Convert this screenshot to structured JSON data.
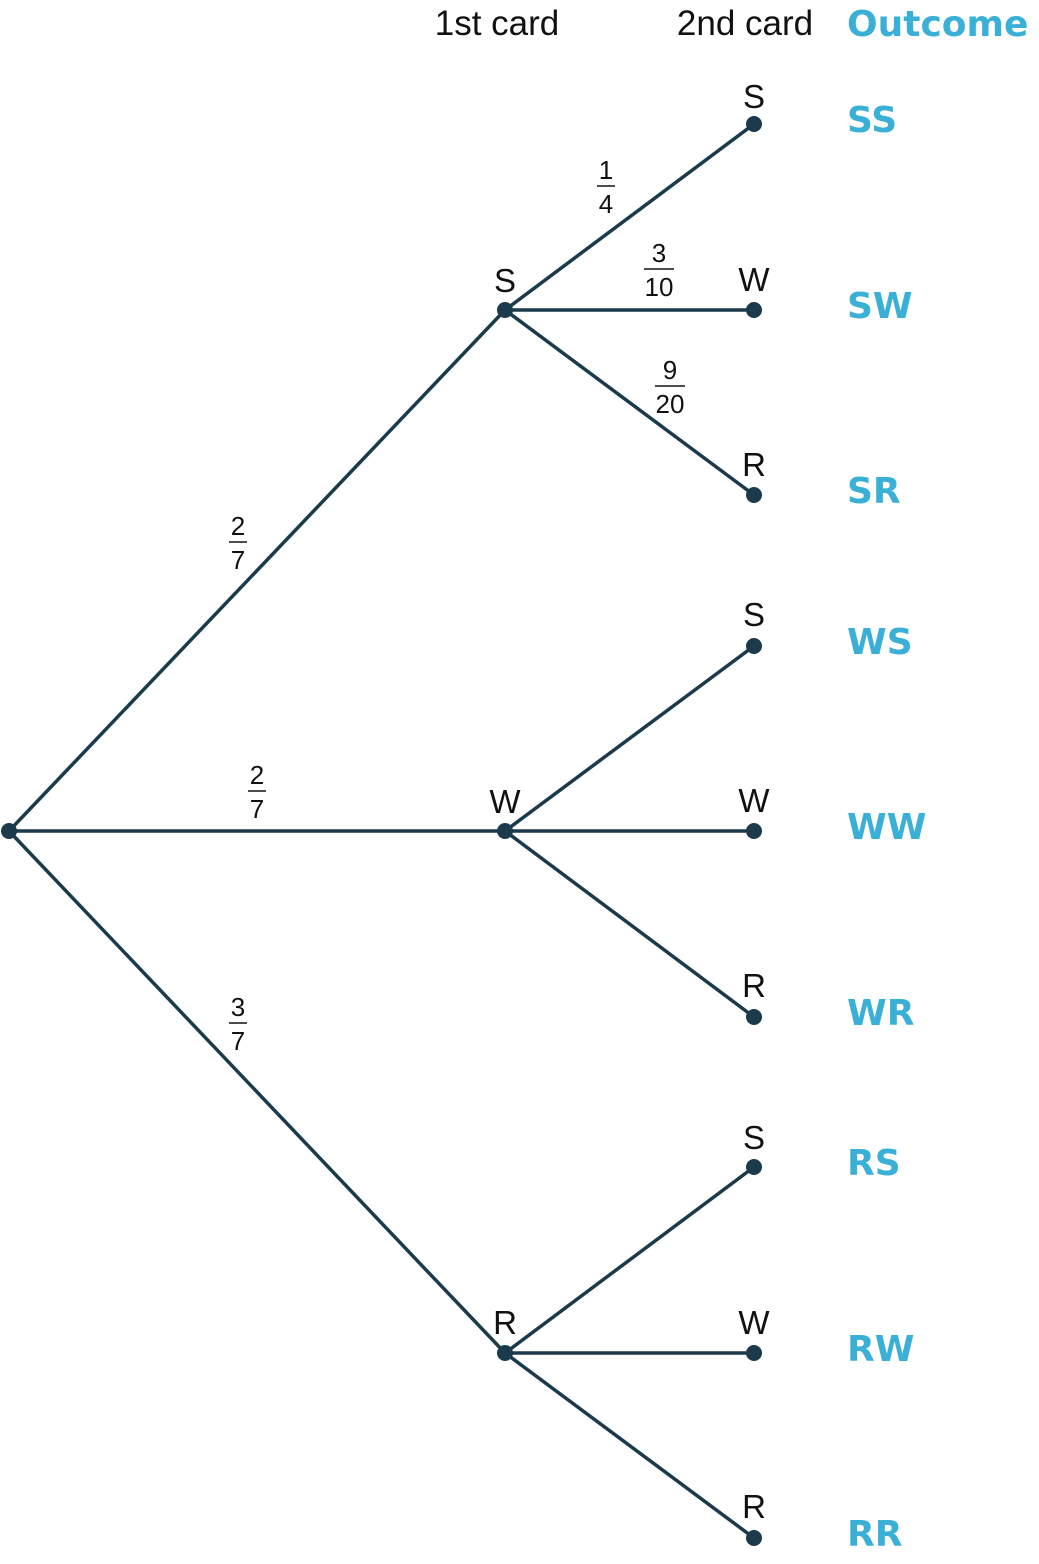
{
  "headers": {
    "first": "1st card",
    "second": "2nd card",
    "outcome": "Outcome"
  },
  "first_level": [
    {
      "label": "S",
      "prob": {
        "num": "2",
        "den": "7"
      }
    },
    {
      "label": "W",
      "prob": {
        "num": "2",
        "den": "7"
      }
    },
    {
      "label": "R",
      "prob": {
        "num": "3",
        "den": "7"
      }
    }
  ],
  "second_level_labels": [
    "S",
    "W",
    "R"
  ],
  "s_branch_probs": [
    {
      "num": "1",
      "den": "4"
    },
    {
      "num": "3",
      "den": "10"
    },
    {
      "num": "9",
      "den": "20"
    }
  ],
  "outcomes": [
    "SS",
    "SW",
    "SR",
    "WS",
    "WW",
    "WR",
    "RS",
    "RW",
    "RR"
  ]
}
